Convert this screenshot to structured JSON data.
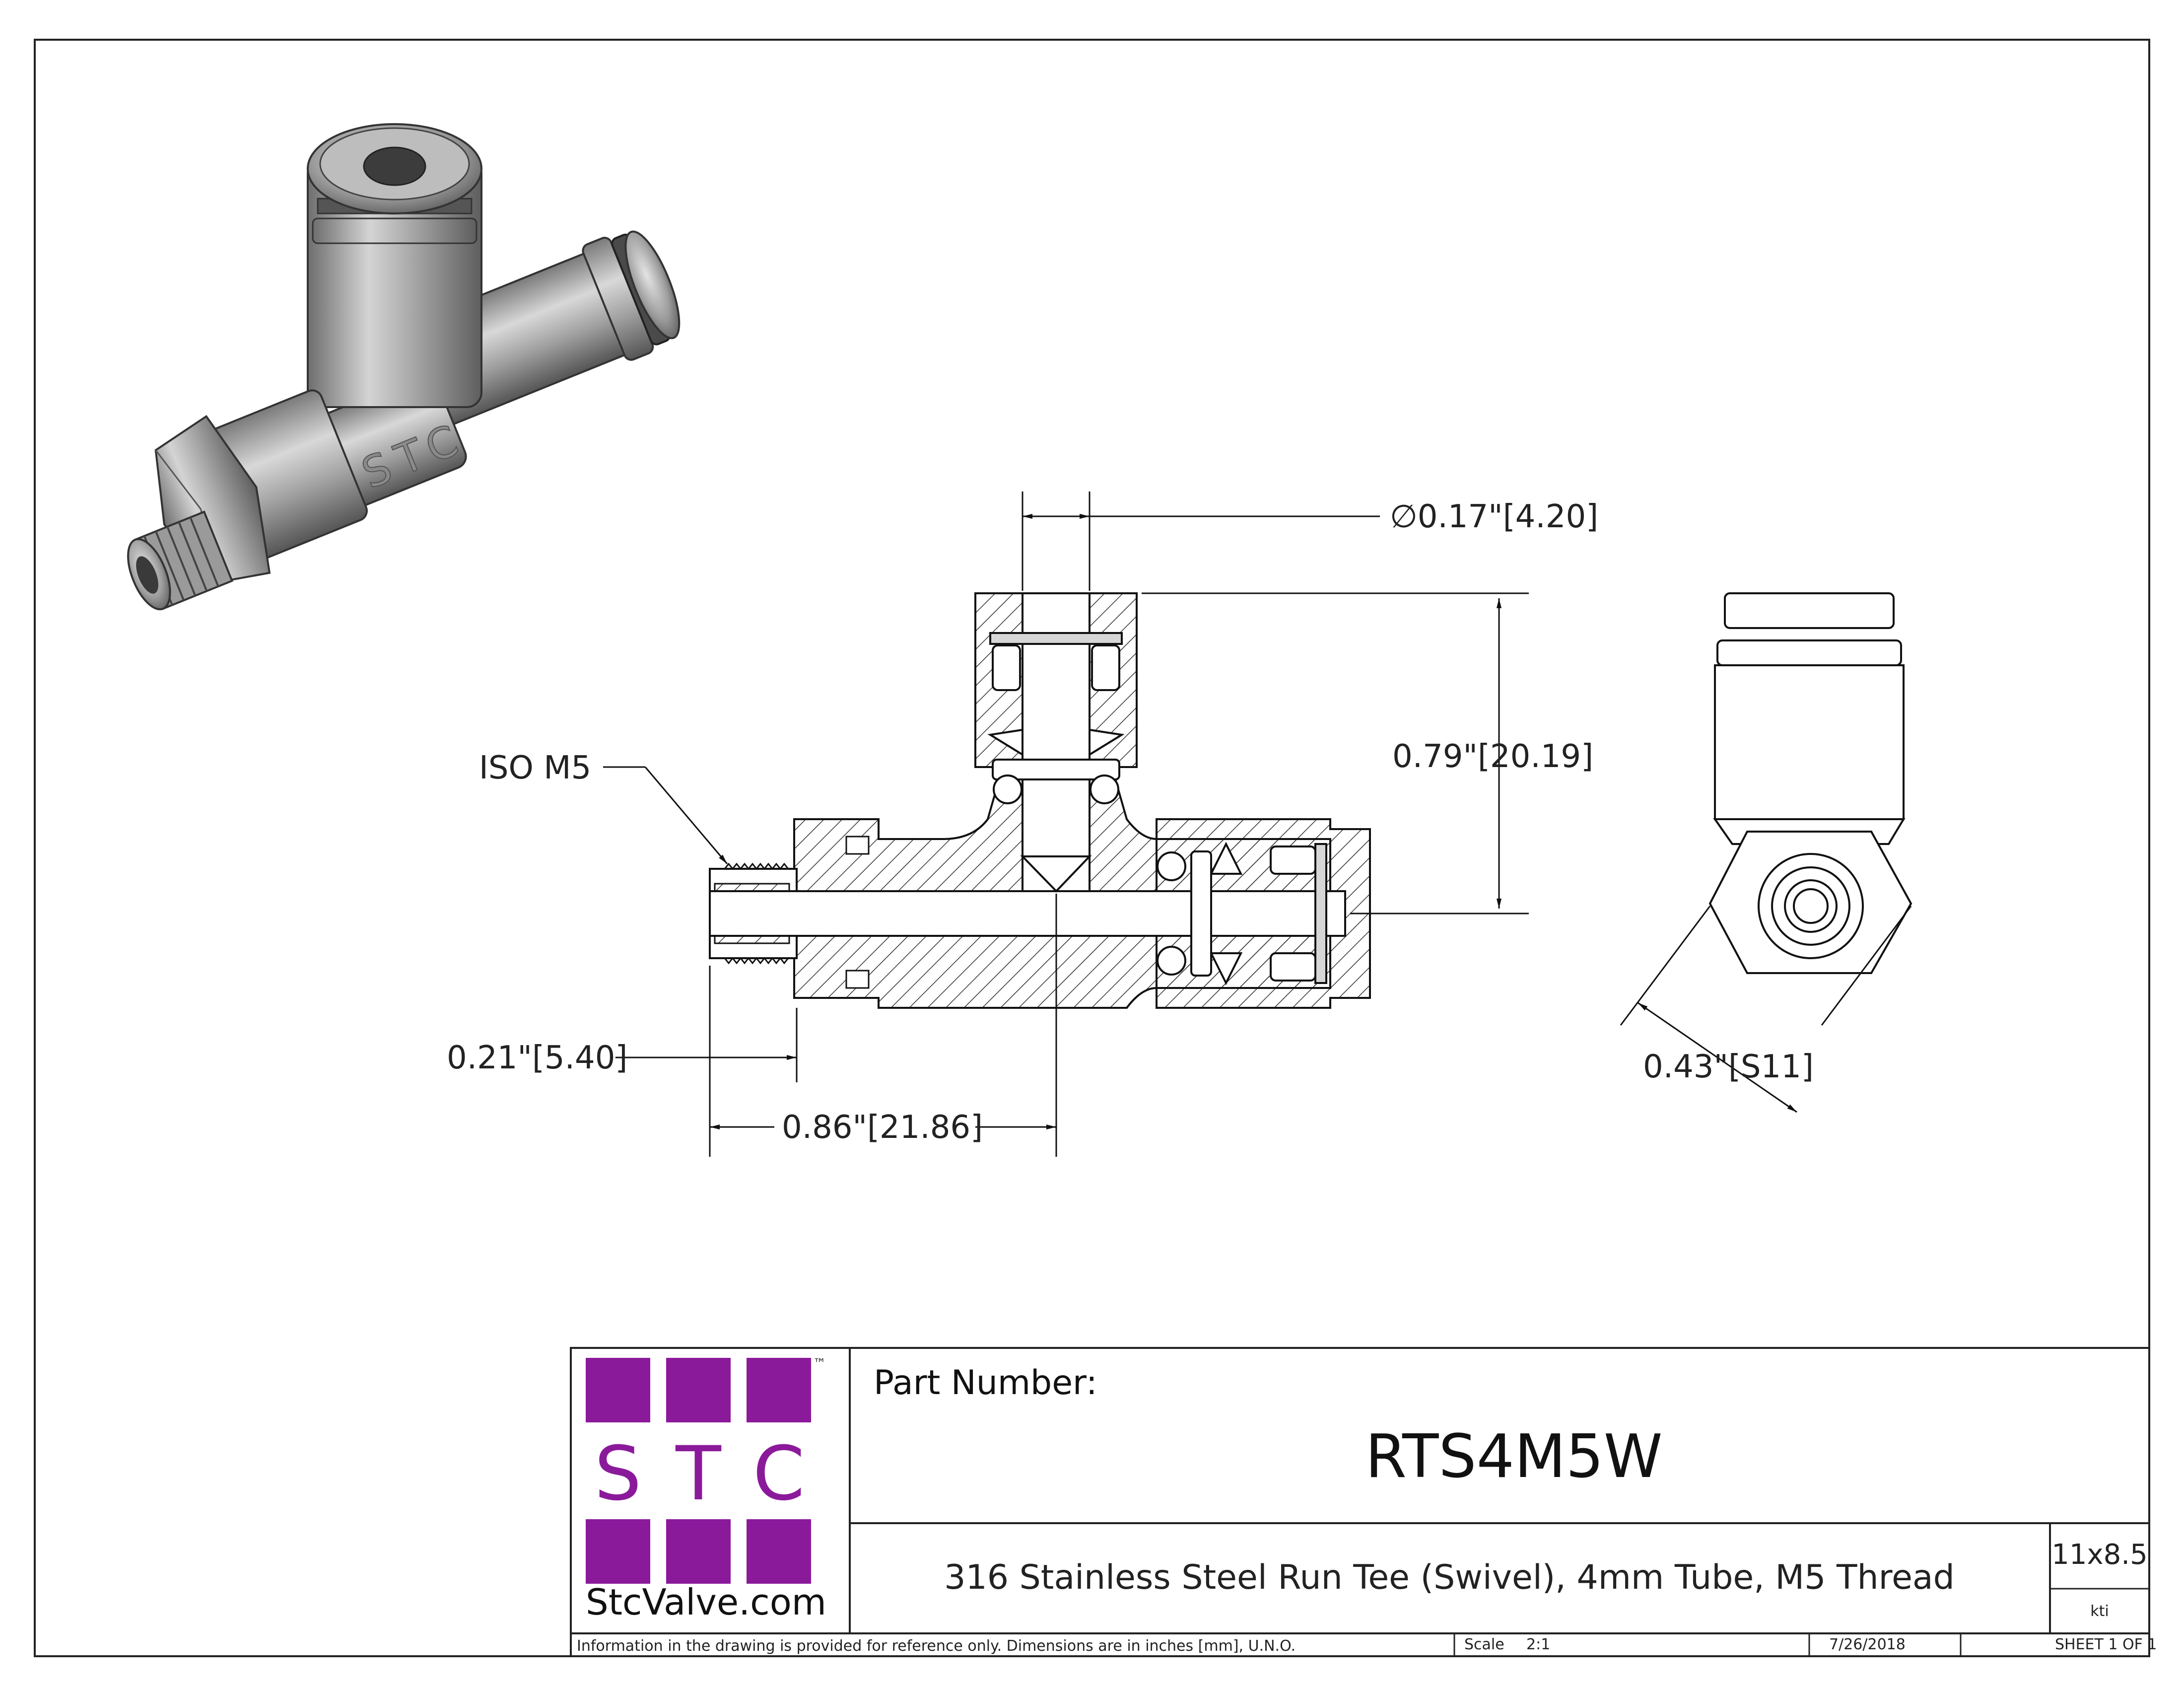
{
  "dimensions": {
    "bore": "∅0.17\"[4.20]",
    "height": "0.79\"[20.19]",
    "thread_callout": "ISO M5",
    "thread_length": "0.21\"[5.40]",
    "center_length": "0.86\"[21.86]",
    "hex": "0.43\"[S11]"
  },
  "logo": {
    "letters": [
      "S",
      "T",
      "C"
    ],
    "tm": "™",
    "website": "StcValve.com",
    "color": "#8b1a9b"
  },
  "title_block": {
    "part_number_label": "Part Number:",
    "part_number": "RTS4M5W",
    "description": "316 Stainless Steel Run Tee (Swivel), 4mm Tube, M5 Thread",
    "sheet_size": "11x8.5",
    "drawn_by": "kti",
    "disclaimer": "Information in the drawing is provided for reference only. Dimensions are in inches [mm], U.N.O.",
    "scale_label": "Scale",
    "scale_value": "2:1",
    "date": "7/26/2018",
    "sheet": "SHEET 1 OF 1"
  },
  "iso_marking": "STC"
}
